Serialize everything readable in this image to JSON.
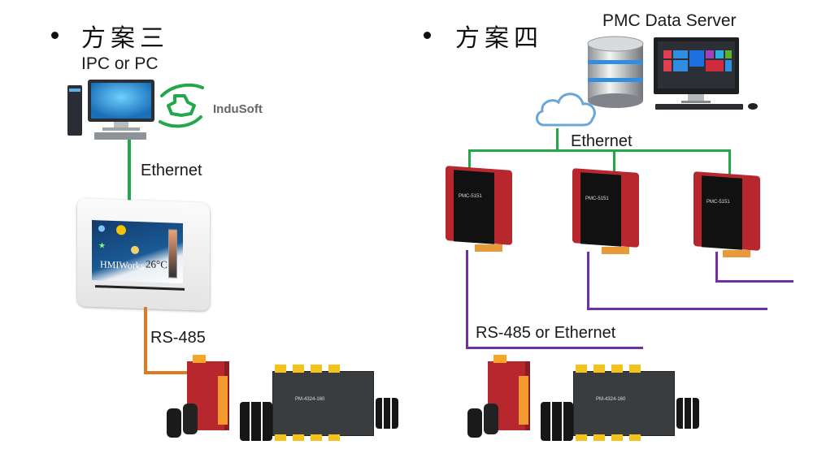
{
  "left_scheme": {
    "heading": "方案三",
    "pc_label": "IPC or PC",
    "software_label": "InduSoft",
    "link_top_label": "Ethernet",
    "hmi_screen": {
      "brand": "HMIWorks",
      "temperature": "26°C"
    },
    "link_bottom_label": "RS-485",
    "meter_module": "PM-4324-160"
  },
  "right_scheme": {
    "heading": "方案四",
    "server_label": "PMC Data Server",
    "link_top_label": "Ethernet",
    "controllers": [
      {
        "model": "PMC-5151"
      },
      {
        "model": "PMC-5151"
      },
      {
        "model": "PMC-5151"
      }
    ],
    "link_bottom_label": "RS-485 or Ethernet",
    "meter_module": "PM-4324-160"
  },
  "colors": {
    "ethernet": "#22a84a",
    "rs485": "#e07a22",
    "rs485_or_ethernet": "#7030a0",
    "device_red": "#b8262e"
  }
}
